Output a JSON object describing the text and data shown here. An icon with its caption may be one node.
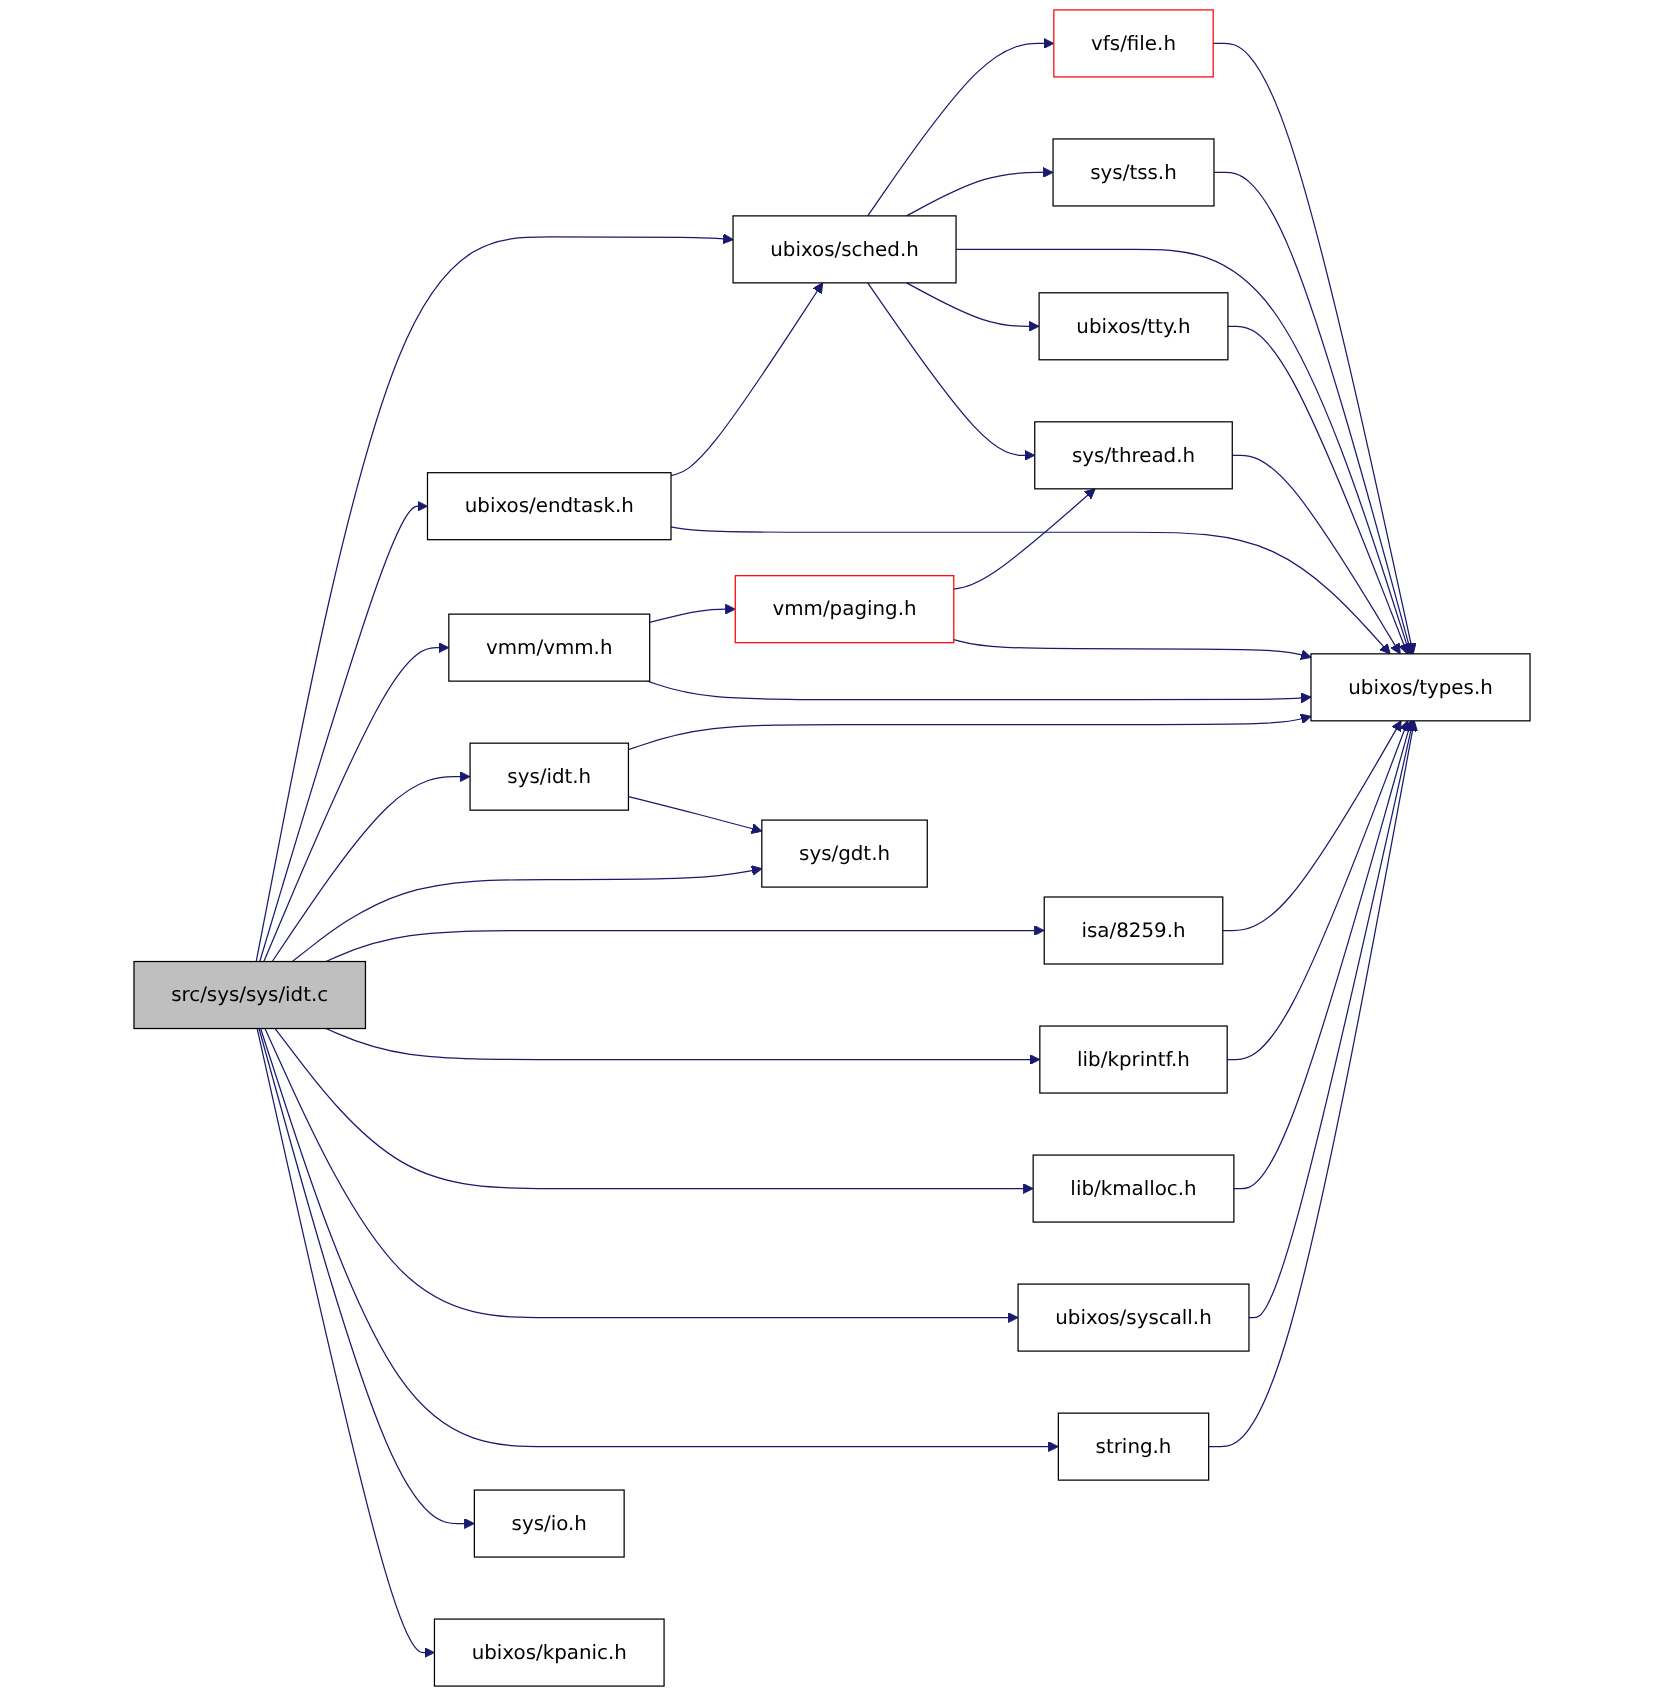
{
  "diagram": {
    "nodes": [
      {
        "text": [
          "src/sys/sys/idt.c"
        ]
      },
      {
        "text": [
          "ubixos/sched.h"
        ]
      },
      {
        "text": [
          "ubixos/endtask.h"
        ]
      },
      {
        "text": [
          "vfs/file.h"
        ]
      },
      {
        "text": [
          "sys/tss.h"
        ]
      },
      {
        "text": [
          "ubixos/tty.h"
        ]
      },
      {
        "text": [
          "sys/thread.h"
        ]
      },
      {
        "text": [
          "vmm/paging.h"
        ]
      },
      {
        "text": [
          "vmm/vmm.h"
        ]
      },
      {
        "text": [
          "ubixos/types.h"
        ]
      },
      {
        "text": [
          "sys/idt.h"
        ]
      },
      {
        "text": [
          "sys/gdt.h"
        ]
      },
      {
        "text": [
          "isa/8259.h"
        ]
      },
      {
        "text": [
          "lib/kprintf.h"
        ]
      },
      {
        "text": [
          "lib/kmalloc.h"
        ]
      },
      {
        "text": [
          "ubixos/syscall.h"
        ]
      },
      {
        "text": [
          "string.h"
        ]
      },
      {
        "text": [
          "sys/io.h"
        ]
      },
      {
        "text": [
          "ubixos/kpanic.h"
        ]
      }
    ],
    "edges": [
      {
        "from": 0,
        "to": 1,
        "arrow": "to"
      },
      {
        "from": 0,
        "to": 2,
        "arrow": "to"
      },
      {
        "from": 0,
        "to": 8,
        "arrow": "to"
      },
      {
        "from": 0,
        "to": 10,
        "arrow": "to"
      },
      {
        "from": 0,
        "to": 11,
        "arrow": "to"
      },
      {
        "from": 0,
        "to": 12,
        "arrow": "to"
      },
      {
        "from": 0,
        "to": 13,
        "arrow": "to"
      },
      {
        "from": 0,
        "to": 14,
        "arrow": "to"
      },
      {
        "from": 0,
        "to": 15,
        "arrow": "to"
      },
      {
        "from": 0,
        "to": 16,
        "arrow": "to"
      },
      {
        "from": 0,
        "to": 17,
        "arrow": "to"
      },
      {
        "from": 0,
        "to": 18,
        "arrow": "to"
      },
      {
        "from": 2,
        "to": 1,
        "arrow": "to"
      },
      {
        "from": 2,
        "to": 9,
        "arrow": "to"
      },
      {
        "from": 1,
        "to": 3,
        "arrow": "to"
      },
      {
        "from": 1,
        "to": 4,
        "arrow": "to"
      },
      {
        "from": 1,
        "to": 9,
        "arrow": "to"
      },
      {
        "from": 1,
        "to": 5,
        "arrow": "to"
      },
      {
        "from": 1,
        "to": 6,
        "arrow": "to"
      },
      {
        "from": 3,
        "to": 9,
        "arrow": "to"
      },
      {
        "from": 4,
        "to": 9,
        "arrow": "to"
      },
      {
        "from": 5,
        "to": 9,
        "arrow": "to"
      },
      {
        "from": 6,
        "to": 9,
        "arrow": "to"
      },
      {
        "from": 7,
        "to": 6,
        "arrow": "to"
      },
      {
        "from": 7,
        "to": 9,
        "arrow": "to"
      },
      {
        "from": 8,
        "to": 7,
        "arrow": "to"
      },
      {
        "from": 8,
        "to": 9,
        "arrow": "to"
      },
      {
        "from": 10,
        "to": 9,
        "arrow": "to"
      },
      {
        "from": 10,
        "to": 11,
        "arrow": "to"
      },
      {
        "from": 12,
        "to": 9,
        "arrow": "to"
      },
      {
        "from": 13,
        "to": 9,
        "arrow": "to"
      },
      {
        "from": 14,
        "to": 9,
        "arrow": "to"
      },
      {
        "from": 15,
        "to": 9,
        "arrow": "to"
      },
      {
        "from": 16,
        "to": 9,
        "arrow": "to"
      }
    ]
  }
}
